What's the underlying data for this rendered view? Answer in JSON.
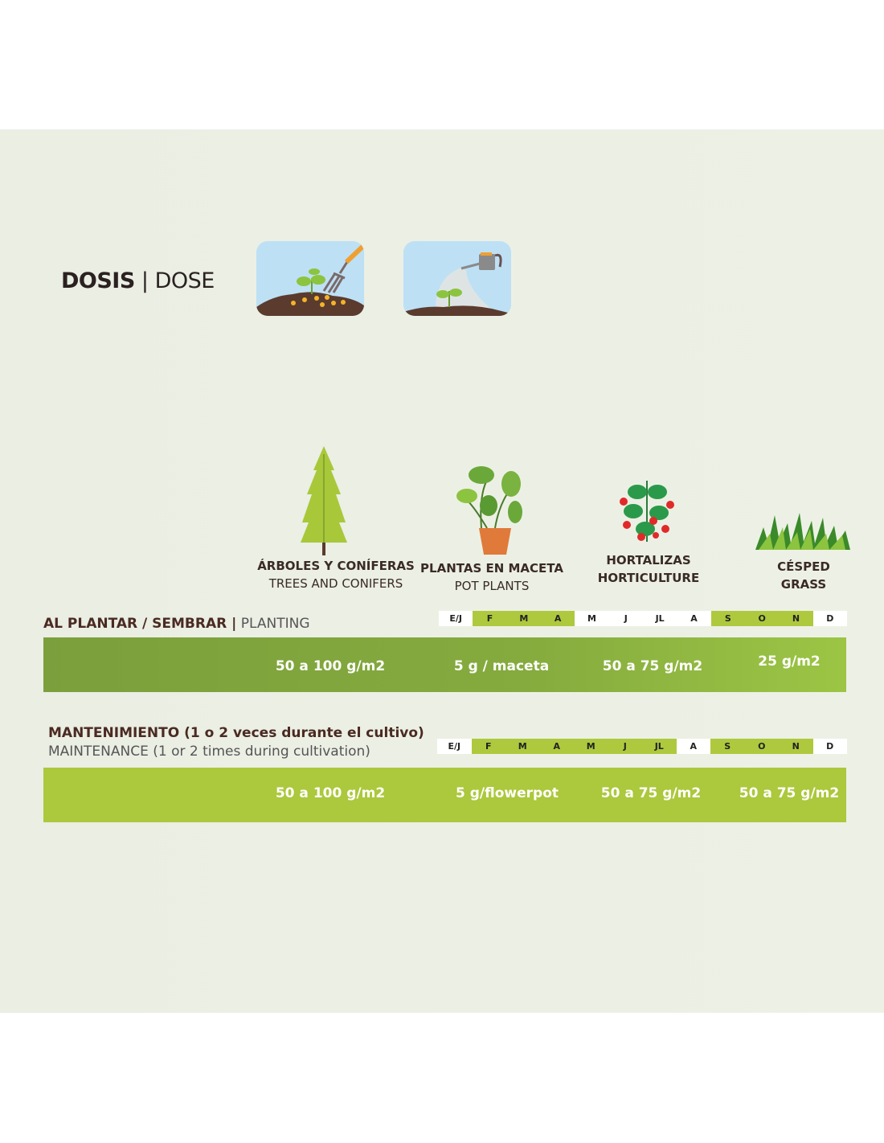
{
  "header": {
    "title_bold": "DOSIS",
    "separator": "|",
    "title_light": "DOSE"
  },
  "plants": [
    {
      "es": "ÁRBOLES Y CONÍFERAS",
      "en": "TREES AND CONIFERS"
    },
    {
      "es": "PLANTAS EN MACETA",
      "en": "POT PLANTS"
    },
    {
      "es": "HORTALIZAS",
      "en": "HORTICULTURE"
    },
    {
      "es": "CÉSPED",
      "en": "GRASS"
    }
  ],
  "planting": {
    "label_bold": "AL PLANTAR / SEMBRAR |",
    "label_light": "PLANTING",
    "months": [
      {
        "m": "E/J",
        "on": false
      },
      {
        "m": "F",
        "on": true
      },
      {
        "m": "M",
        "on": true
      },
      {
        "m": "A",
        "on": true
      },
      {
        "m": "M",
        "on": false
      },
      {
        "m": "J",
        "on": false
      },
      {
        "m": "JL",
        "on": false
      },
      {
        "m": "A",
        "on": false
      },
      {
        "m": "S",
        "on": true
      },
      {
        "m": "O",
        "on": true
      },
      {
        "m": "N",
        "on": true
      },
      {
        "m": "D",
        "on": false
      }
    ],
    "doses": [
      "50 a 100 g/m2",
      "5 g / maceta",
      "50 a 75 g/m2",
      "25 g/m2"
    ]
  },
  "maintenance": {
    "label_es": "MANTENIMIENTO (1 o 2 veces durante el cultivo)",
    "label_en": "MAINTENANCE (1 or 2 times during cultivation)",
    "months": [
      {
        "m": "E/J",
        "on": false
      },
      {
        "m": "F",
        "on": true
      },
      {
        "m": "M",
        "on": true
      },
      {
        "m": "A",
        "on": true
      },
      {
        "m": "M",
        "on": true
      },
      {
        "m": "J",
        "on": true
      },
      {
        "m": "JL",
        "on": true
      },
      {
        "m": "A",
        "on": false
      },
      {
        "m": "S",
        "on": true
      },
      {
        "m": "O",
        "on": true
      },
      {
        "m": "N",
        "on": true
      },
      {
        "m": "D",
        "on": false
      }
    ],
    "doses": [
      "50 a 100 g/m2",
      "5 g/flowerpot",
      "50 a 75 g/m2",
      "50 a 75 g/m2"
    ]
  },
  "colors": {
    "month_active": "#aec93e",
    "planting_bar_start": "#7b9f3c",
    "planting_bar_end": "#9cc545",
    "maintenance_bar": "#acc83c",
    "label_text": "#4a2a22"
  }
}
